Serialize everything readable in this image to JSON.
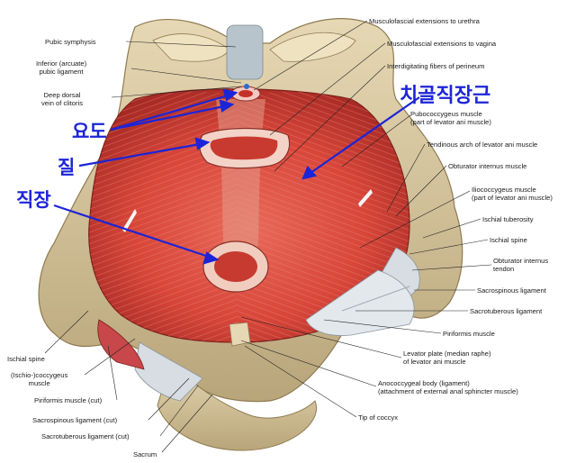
{
  "labels": {
    "pubic_symphysis": "Pubic symphysis",
    "inferior_pubic_ligament": "Inferior (arcuate)\npubic ligament",
    "deep_dorsal_vein": "Deep dorsal\nvein of clitoris",
    "musculofascial_urethra": "Musculofascial extensions to urethra",
    "musculofascial_vagina": "Musculofascial extensions to vagina",
    "interdigitating_fibers": "Interdigitating fibers of perineum",
    "pubococcygeus": "Pubococcygeus muscle\n(part of levator ani muscle)",
    "tendinous_arch": "Tendinous arch of levator ani muscle",
    "obturator_internus": "Obturator internus muscle",
    "iliococcygeus": "Iliococcygeus muscle\n(part of levator ani muscle)",
    "ischial_tuberosity": "Ischial tuberosity",
    "ischial_spine_right": "Ischial spine",
    "obturator_internus_tendon": "Obturator internus\ntendon",
    "sacrospinous_ligament": "Sacrospinous ligament",
    "sacrotuberous_ligament": "Sacrotuberous ligament",
    "piriformis_muscle": "Piriformis muscle",
    "levator_plate": "Levator plate (median raphe)\nof levator ani muscle",
    "anococcygeal_body": "Anococcygeal body (ligament)\n(attachment of external anal sphincter muscle)",
    "tip_of_coccyx": "Tip of coccyx",
    "ischial_spine_left": "Ischial spine",
    "ischio_coccygeus": "(Ischio-)coccygeus\nmuscle",
    "piriformis_cut": "Piriformis muscle (cut)",
    "sacrospinous_cut": "Sacrospinous ligament (cut)",
    "sacrotuberous_cut": "Sacrotuberous ligament (cut)",
    "sacrum": "Sacrum"
  },
  "korean_annotations": {
    "urethra": "요도",
    "vagina": "질",
    "rectum": "직장",
    "puborectalis": "치골직장근"
  },
  "colors": {
    "annotation_blue": "#1c24d8",
    "muscle_red": "#d9453a",
    "bone": "#d8c7a0",
    "ligament": "#c8d0d8"
  }
}
